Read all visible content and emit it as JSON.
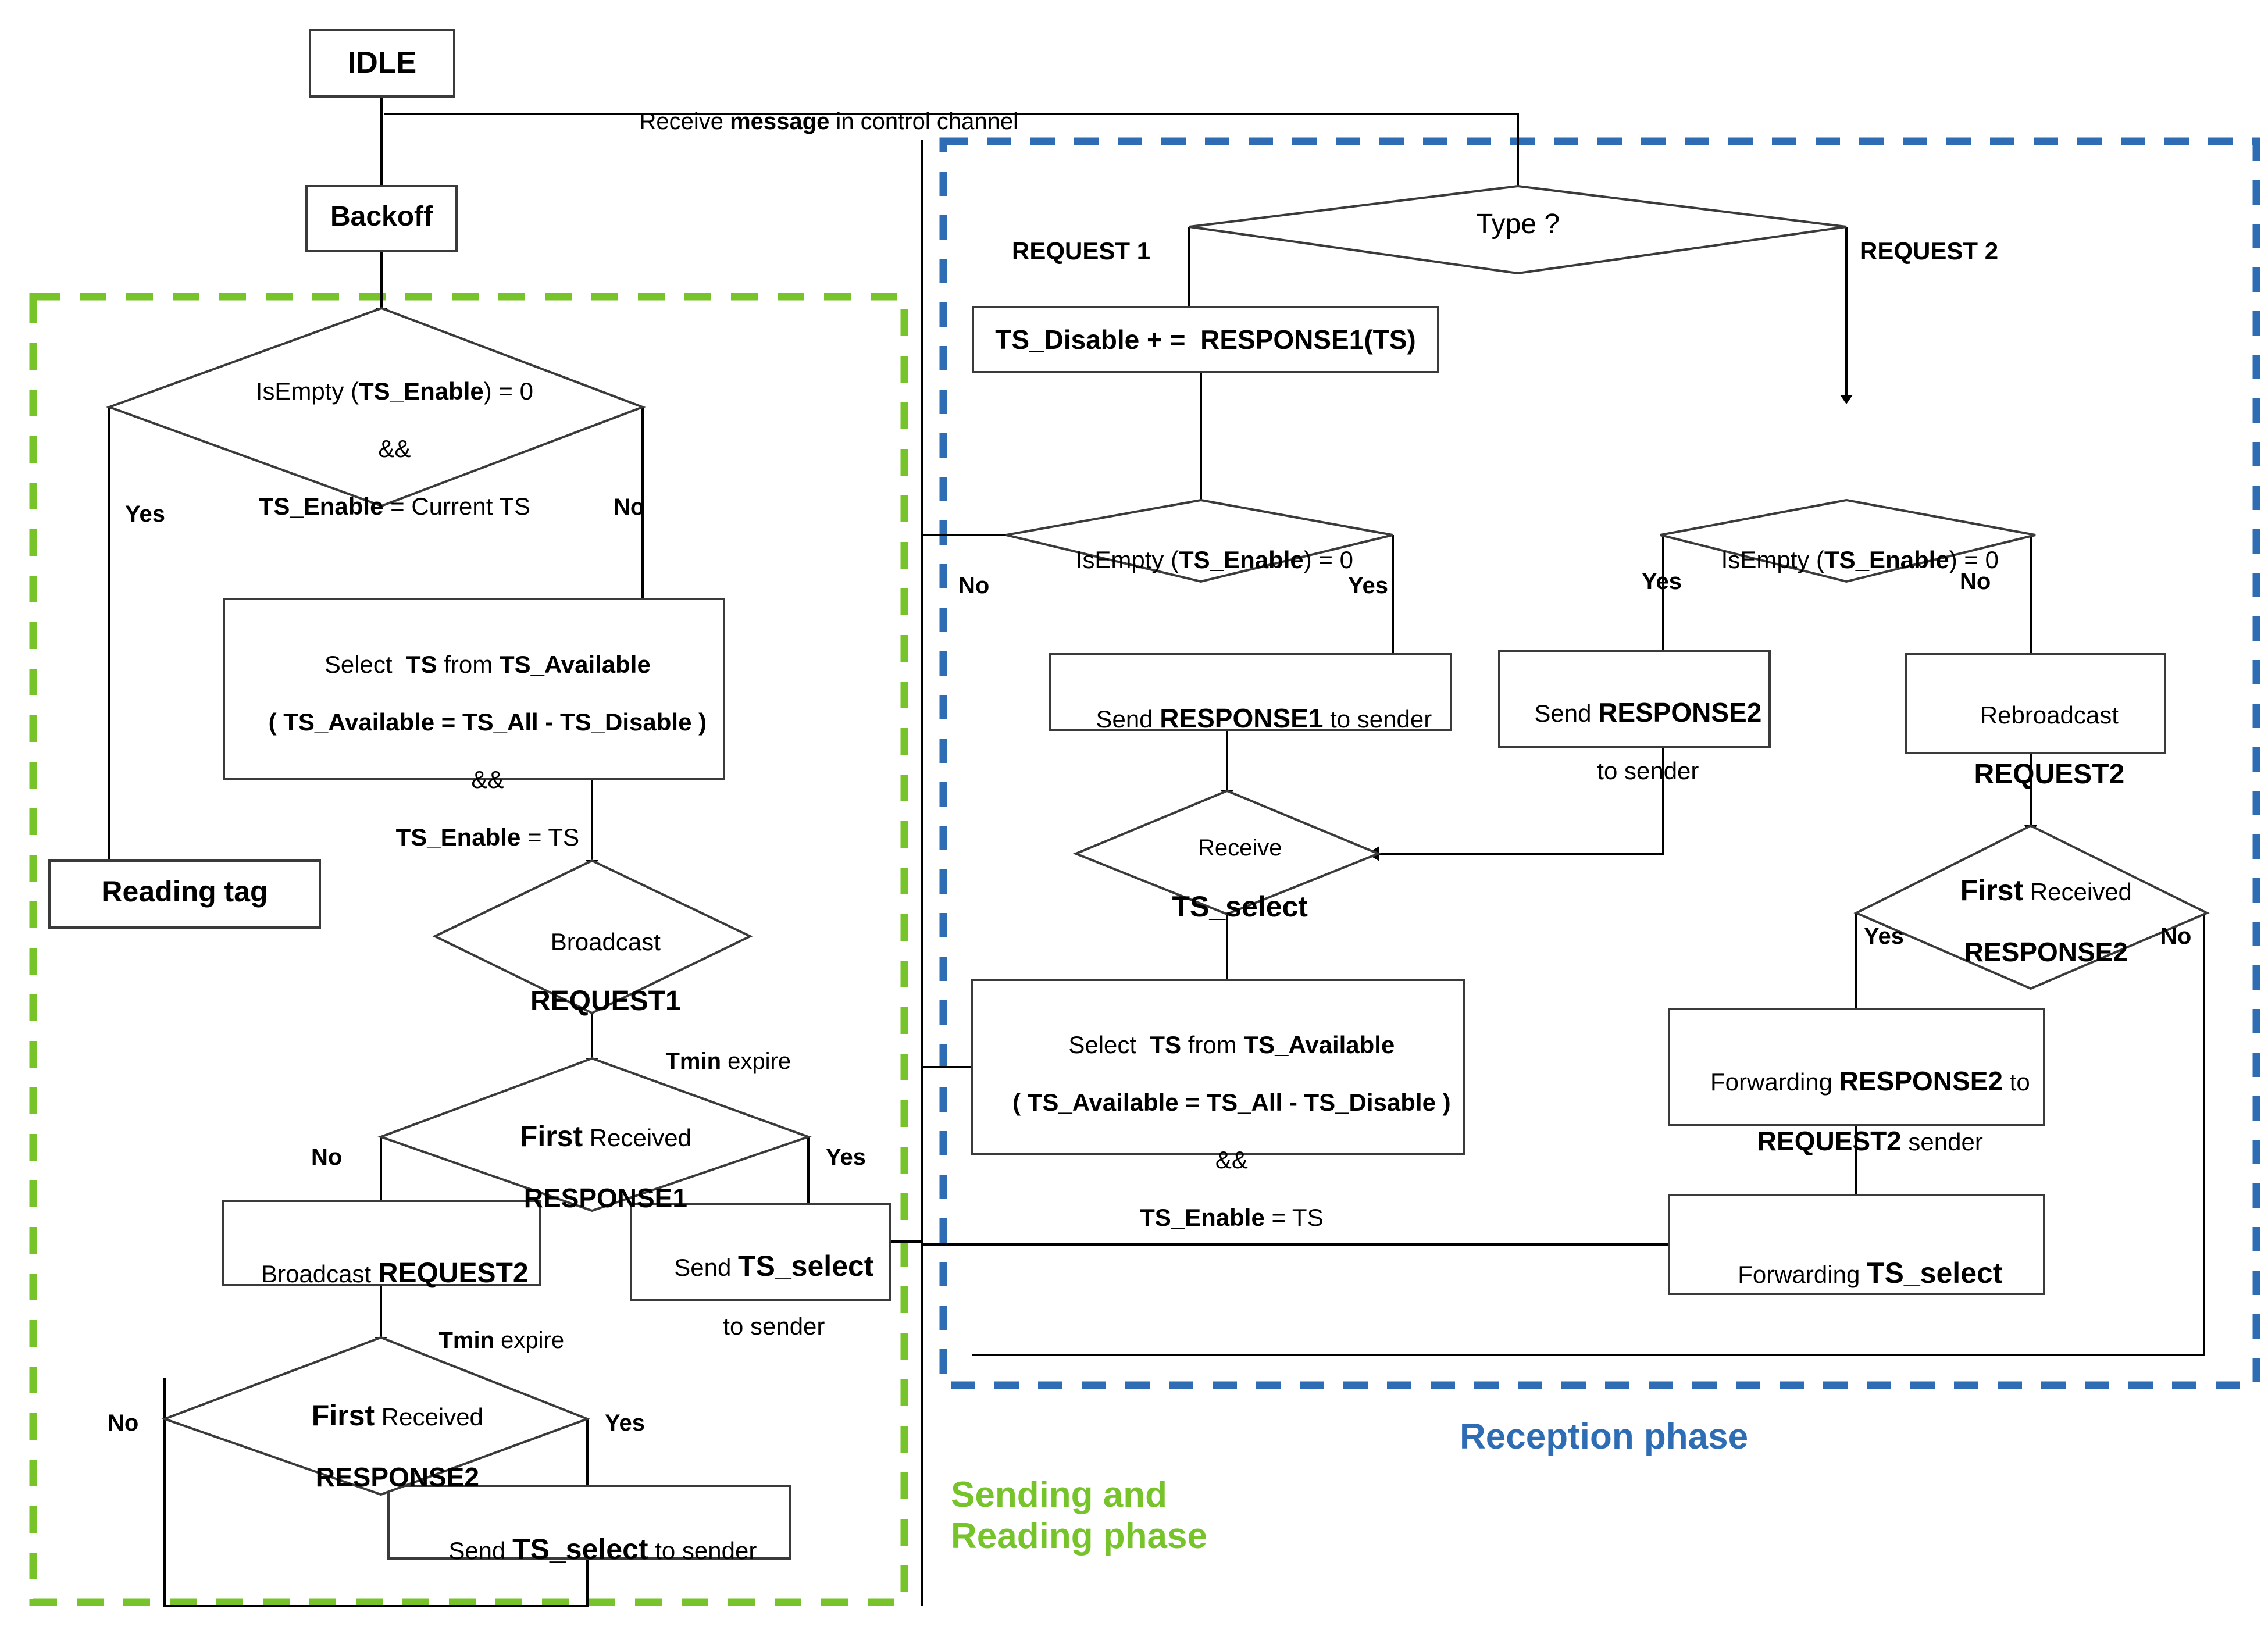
{
  "diagram": {
    "title_green_phase": "Sending and\nReading phase",
    "title_blue_phase": "Reception phase",
    "colors": {
      "green_phase": "#76C32A",
      "blue_phase": "#2E6DB4",
      "node_stroke": "#3a3a3a",
      "edge": "#000000",
      "background": "#ffffff"
    }
  },
  "nodes": {
    "idle": "IDLE",
    "backoff": "Backoff",
    "check_enable": "IsEmpty (TS_Enable) = 0\n&&\nTS_Enable = Current TS",
    "select_ts_left": "Select  TS from TS_Available\n( TS_Available = TS_All - TS_Disable )\n&&\nTS_Enable = TS",
    "reading_tag": "Reading tag",
    "broadcast_request1": "Broadcast\nREQUEST1",
    "first_received_response1": "First Received\nRESPONSE1",
    "broadcast_request2": "Broadcast REQUEST2",
    "send_ts_select_to_sender_right": "Send TS_select\nto sender",
    "first_received_response2_left": "First Received\nRESPONSE2",
    "send_ts_select_to_sender_bottom": "Send TS_select to sender",
    "type_decision": "Type ?",
    "ts_disable_add": "TS_Disable + =  RESPONSE1(TS)",
    "isempty_mid": "IsEmpty (TS_Enable) = 0",
    "send_response1": "Send RESPONSE1 to sender",
    "receive_ts_select": "Receive\nTS_select",
    "select_ts_right": "Select  TS from TS_Available\n( TS_Available = TS_All - TS_Disable )\n&&\nTS_Enable = TS",
    "isempty_right": "IsEmpty (TS_Enable) = 0",
    "send_response2": "Send RESPONSE2\nto sender",
    "rebroadcast_request2": "Rebroadcast\nREQUEST2",
    "first_received_response2_right": "First Received\nRESPONSE2",
    "forwarding_response2": "Forwarding RESPONSE2 to\nREQUEST2 sender",
    "forwarding_ts_select": "Forwarding TS_select"
  },
  "node_parts": {
    "check_enable": [
      {
        "t": "IsEmpty (",
        "b": false
      },
      {
        "t": "TS_Enable",
        "b": true
      },
      {
        "t": ") = 0",
        "b": false
      },
      {
        "t": "\n&&\n",
        "b": false
      },
      {
        "t": "TS_Enable",
        "b": true
      },
      {
        "t": " = Current TS",
        "b": false
      }
    ]
  },
  "edge_labels": {
    "receive_message": "Receive message in control channel",
    "receive_message_parts": [
      "Receive ",
      "message",
      " in control channel"
    ],
    "yes_left_check": "Yes",
    "no_left_check": "No",
    "tmin_expire_1": "Tmin expire",
    "no_response1": "No",
    "yes_response1": "Yes",
    "tmin_expire_2": "Tmin expire",
    "no_response2": "No",
    "yes_response2": "Yes",
    "request1": "REQUEST 1",
    "request2": "REQUEST 2",
    "no_mid": "No",
    "yes_mid": "Yes",
    "yes_right": "Yes",
    "no_right": "No",
    "yes_resp2_right": "Yes",
    "no_resp2_right": "No"
  }
}
